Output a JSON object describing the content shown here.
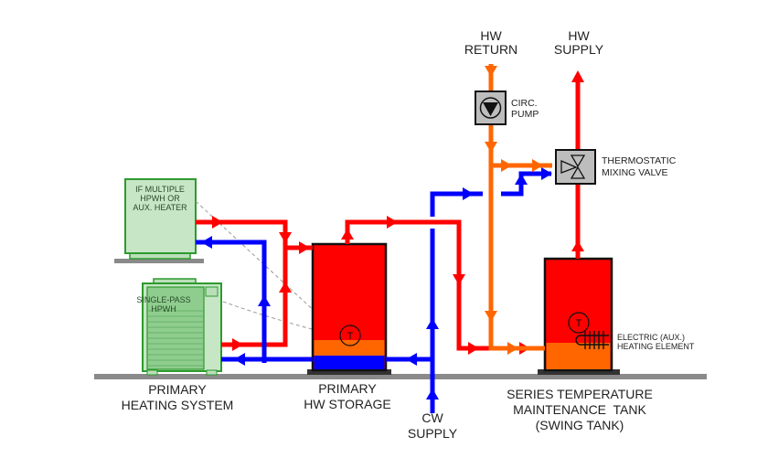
{
  "diagram": {
    "title": "Hot water system with series temperature maintenance (swing) tank",
    "colors": {
      "hot": "#ff0000",
      "cold": "#0000ff",
      "recirc": "#ff6600",
      "equipment_green": "#b9dfb9",
      "equipment_border": "#2e9a2e",
      "valve_gray": "#bdbdbd",
      "floor": "#888888",
      "base": "#333333"
    },
    "labels": {
      "hw_return": [
        "HW",
        "RETURN"
      ],
      "hw_supply": [
        "HW",
        "SUPPLY"
      ],
      "circ_pump": [
        "CIRC.",
        "PUMP"
      ],
      "mixing_valve": [
        "THERMOSTATIC",
        "MIXING VALVE"
      ],
      "multiple_hpwh": [
        "IF MULTIPLE",
        "HPWH OR",
        "AUX. HEATER"
      ],
      "single_pass": [
        "SINGLE-PASS",
        "HPWH"
      ],
      "heating_element": [
        "ELECTRIC (AUX.)",
        "HEATING ELEMENT"
      ],
      "primary_heating": [
        "PRIMARY",
        "HEATING SYSTEM"
      ],
      "primary_storage": [
        "PRIMARY",
        "HW STORAGE"
      ],
      "cw_supply": [
        "CW",
        "SUPPLY"
      ],
      "swing_tank": [
        "SERIES TEMPERATURE",
        "MAINTENANCE  TANK",
        "(SWING TANK)"
      ],
      "thermostat_symbol": "T"
    }
  }
}
